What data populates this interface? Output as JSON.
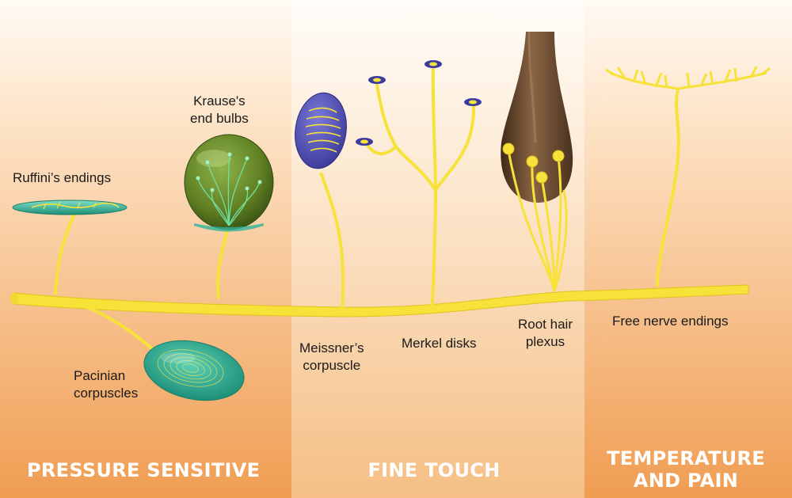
{
  "labels": {
    "ruffini": [
      "Ruffini’s endings"
    ],
    "krause": [
      "Krause's",
      "end bulbs"
    ],
    "pacinian": [
      "Pacinian",
      "corpuscles"
    ],
    "meissner": [
      "Meissner’s",
      "corpuscle"
    ],
    "merkel": [
      "Merkel disks"
    ],
    "root_hair": [
      "Root hair",
      "plexus"
    ],
    "free_nerve": [
      "Free nerve endings"
    ]
  },
  "categories": {
    "pressure": [
      "PRESSURE SENSITIVE"
    ],
    "fine_touch": [
      "FINE TOUCH"
    ],
    "temperature": [
      "TEMPERATURE",
      "AND PAIN"
    ]
  },
  "colors": {
    "nerve": "#f7e23a",
    "background_top": "#fdf1e4",
    "background_bottom": "#f0a65e",
    "middle_band_bottom": "#f6c78e",
    "capsule_teal": "#2fb39a",
    "capsule_green": "#7a9a2a",
    "meissner_blue": "#5552b0",
    "hair_brown": "#6b4a2c",
    "category_text": "#ffffff"
  }
}
